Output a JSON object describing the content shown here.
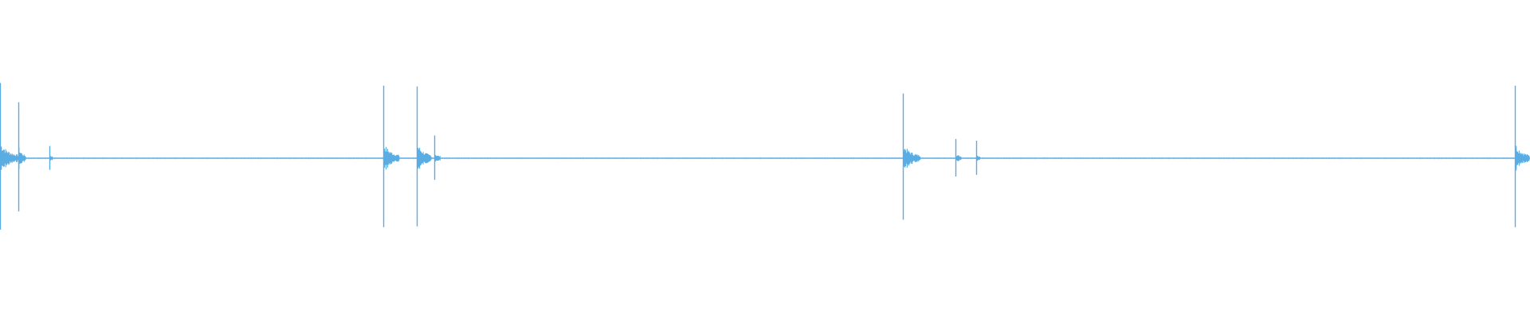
{
  "waveform": {
    "color": "#5aade3",
    "background": "#ffffff",
    "transients": [
      {
        "id": "t1",
        "peak": 0.86,
        "decay": 26
      },
      {
        "id": "t2",
        "peak": 0.64,
        "decay": 10
      },
      {
        "id": "t3",
        "peak": 0.14,
        "decay": 4
      },
      {
        "id": "t4",
        "peak": 0.83,
        "decay": 22
      },
      {
        "id": "t5",
        "peak": 0.82,
        "decay": 20
      },
      {
        "id": "t6",
        "peak": 0.26,
        "decay": 8
      },
      {
        "id": "t7",
        "peak": 0.74,
        "decay": 24
      },
      {
        "id": "t8",
        "peak": 0.22,
        "decay": 8
      },
      {
        "id": "t9",
        "peak": 0.2,
        "decay": 5
      },
      {
        "id": "t10",
        "peak": 0.83,
        "decay": 20
      }
    ]
  }
}
